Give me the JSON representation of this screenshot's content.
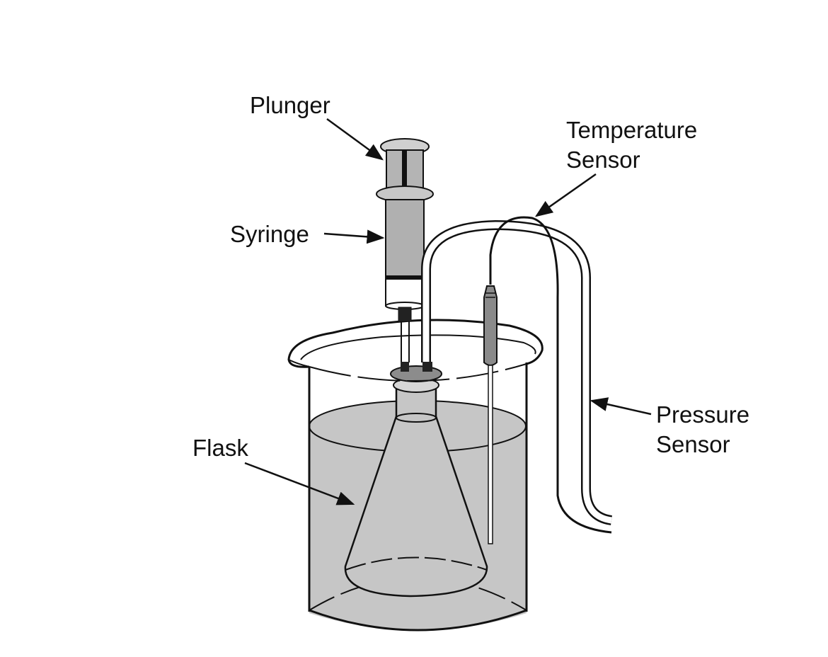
{
  "labels": {
    "plunger": "Plunger",
    "syringe": "Syringe",
    "temperature_sensor": [
      "Temperature",
      "Sensor"
    ],
    "pressure_sensor": [
      "Pressure",
      "Sensor"
    ],
    "flask": "Flask"
  },
  "colors": {
    "water": "#c6c6c6",
    "gray_part": "#a8a8a8",
    "dark_part": "#777777",
    "line": "#111111",
    "background": "#ffffff"
  }
}
